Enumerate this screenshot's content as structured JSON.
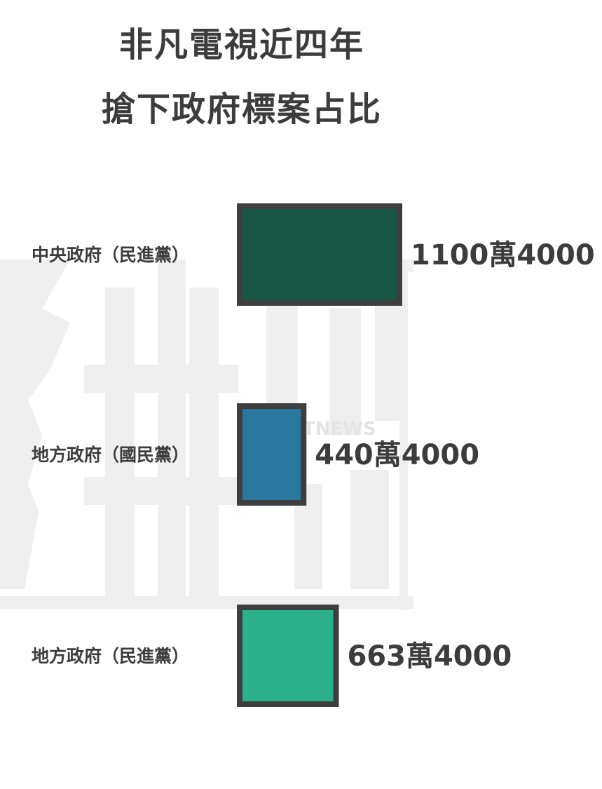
{
  "header": {
    "title_line1": "非凡電視近四年",
    "title_line2": "搶下政府標案占比"
  },
  "watermark": {
    "text": "TNEWS",
    "color": "#efefef"
  },
  "chart_data": {
    "type": "bar",
    "orientation": "horizontal",
    "title": "非凡電視近四年搶下政府標案占比",
    "categories": [
      "中央政府（民進黨）",
      "地方政府（國民黨）",
      "地方政府（民進黨）"
    ],
    "values": [
      11004000,
      4404000,
      6634000
    ],
    "value_labels": [
      "1100萬4000",
      "440萬4000",
      "663萬4000"
    ],
    "colors": [
      "#185746",
      "#2a789f",
      "#2ab18c"
    ],
    "border_color": "#3e3e3e",
    "xlim": [
      0,
      11004000
    ],
    "grid": false,
    "legend": "none"
  }
}
